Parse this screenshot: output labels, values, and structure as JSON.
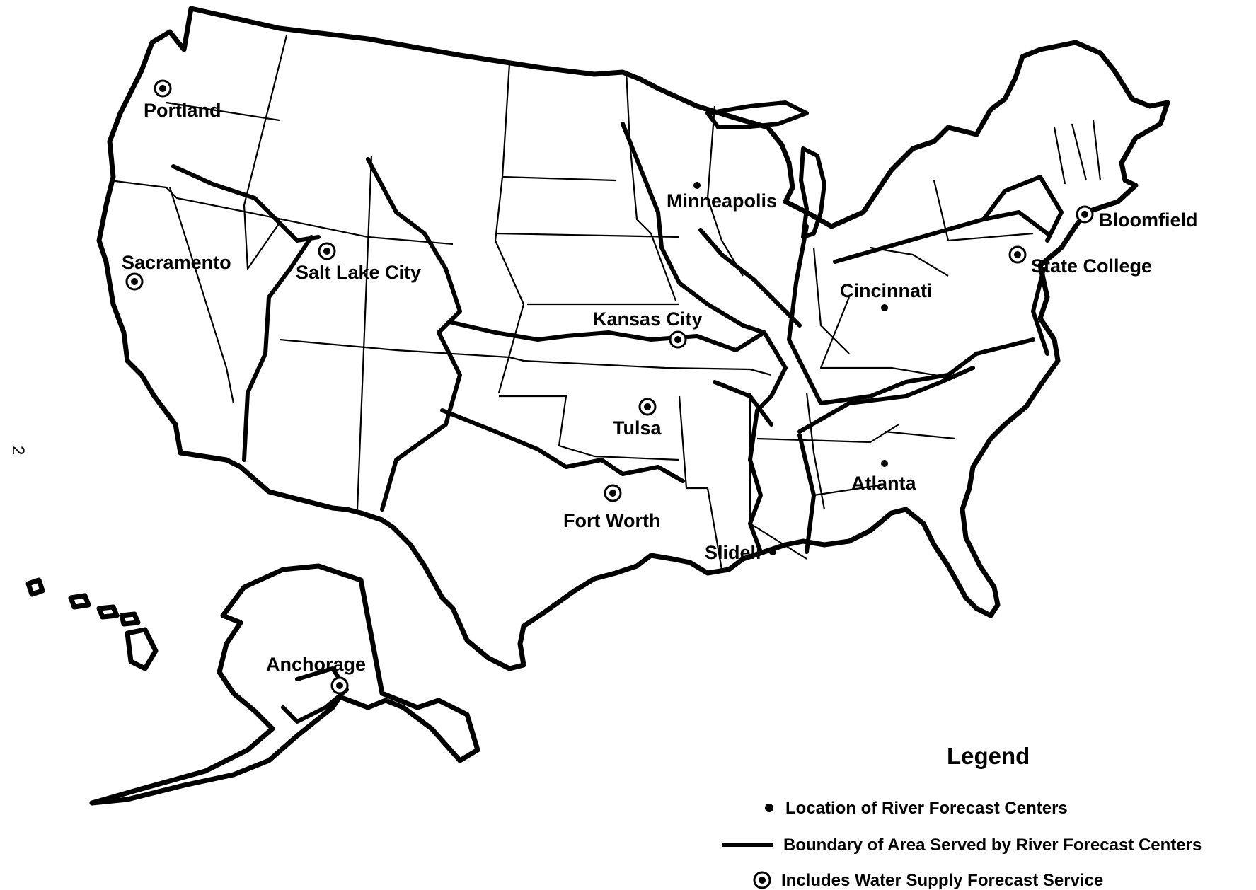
{
  "page_number": "2",
  "cities": [
    {
      "name": "Portland",
      "water_supply": true
    },
    {
      "name": "Sacramento",
      "water_supply": true
    },
    {
      "name": "Salt Lake City",
      "water_supply": true
    },
    {
      "name": "Minneapolis",
      "water_supply": false
    },
    {
      "name": "Kansas City",
      "water_supply": true
    },
    {
      "name": "Tulsa",
      "water_supply": true
    },
    {
      "name": "Fort Worth",
      "water_supply": true
    },
    {
      "name": "Slidell",
      "water_supply": false
    },
    {
      "name": "Cincinnati",
      "water_supply": false
    },
    {
      "name": "Atlanta",
      "water_supply": false
    },
    {
      "name": "State College",
      "water_supply": true
    },
    {
      "name": "Bloomfield",
      "water_supply": true
    },
    {
      "name": "Anchorage",
      "water_supply": true
    }
  ],
  "legend": {
    "title": "Legend",
    "items": [
      {
        "symbol": "dot",
        "label": "Location of River Forecast Centers"
      },
      {
        "symbol": "line",
        "label": "Boundary of Area Served by River Forecast Centers"
      },
      {
        "symbol": "ring",
        "label": "Includes Water Supply Forecast Service"
      }
    ]
  }
}
